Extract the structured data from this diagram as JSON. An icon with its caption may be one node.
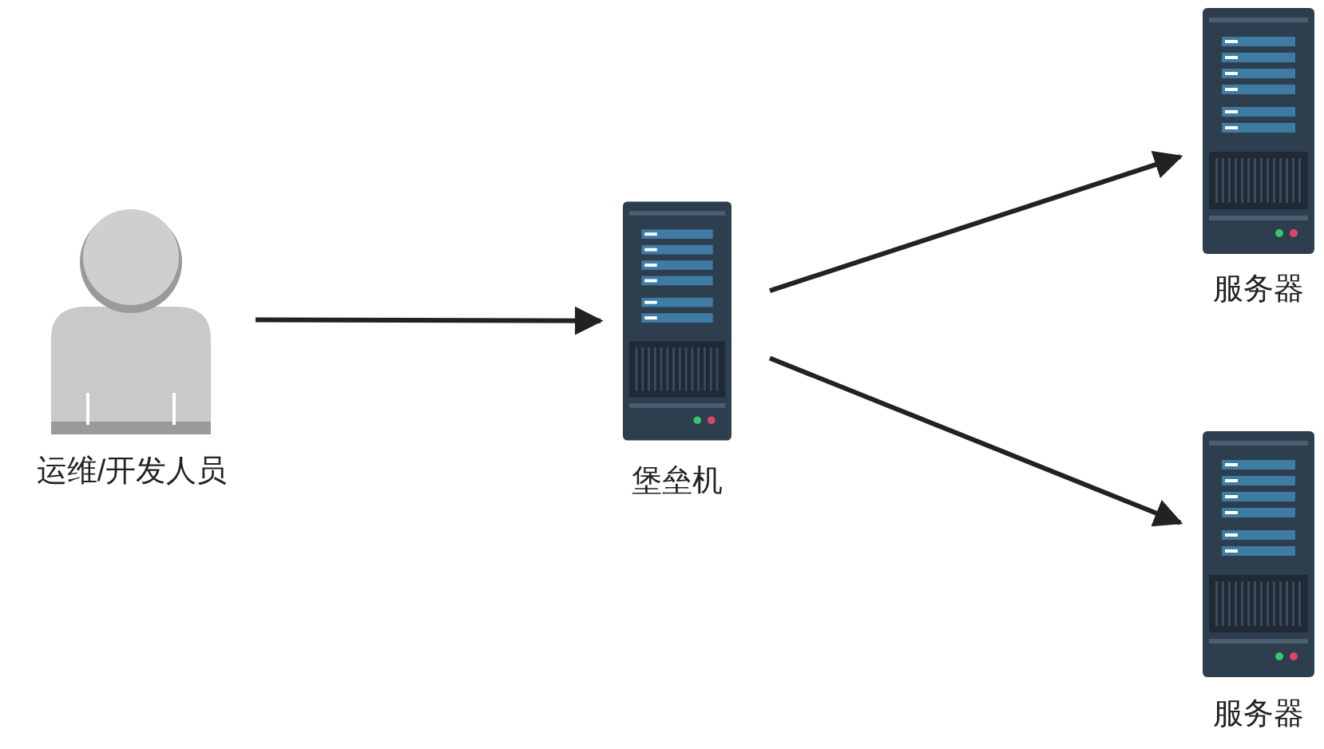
{
  "diagram": {
    "nodes": [
      {
        "text": [
          "运维/开发人员"
        ]
      },
      {
        "text": [
          "堡垒机"
        ]
      },
      {
        "text": [
          "服务器"
        ]
      },
      {
        "text": [
          "服务器"
        ]
      }
    ],
    "edges": [
      {
        "from": 0,
        "to": 1,
        "arrow": "to"
      },
      {
        "from": 1,
        "to": 2,
        "arrow": "to"
      },
      {
        "from": 1,
        "to": 3,
        "arrow": "to"
      }
    ]
  }
}
